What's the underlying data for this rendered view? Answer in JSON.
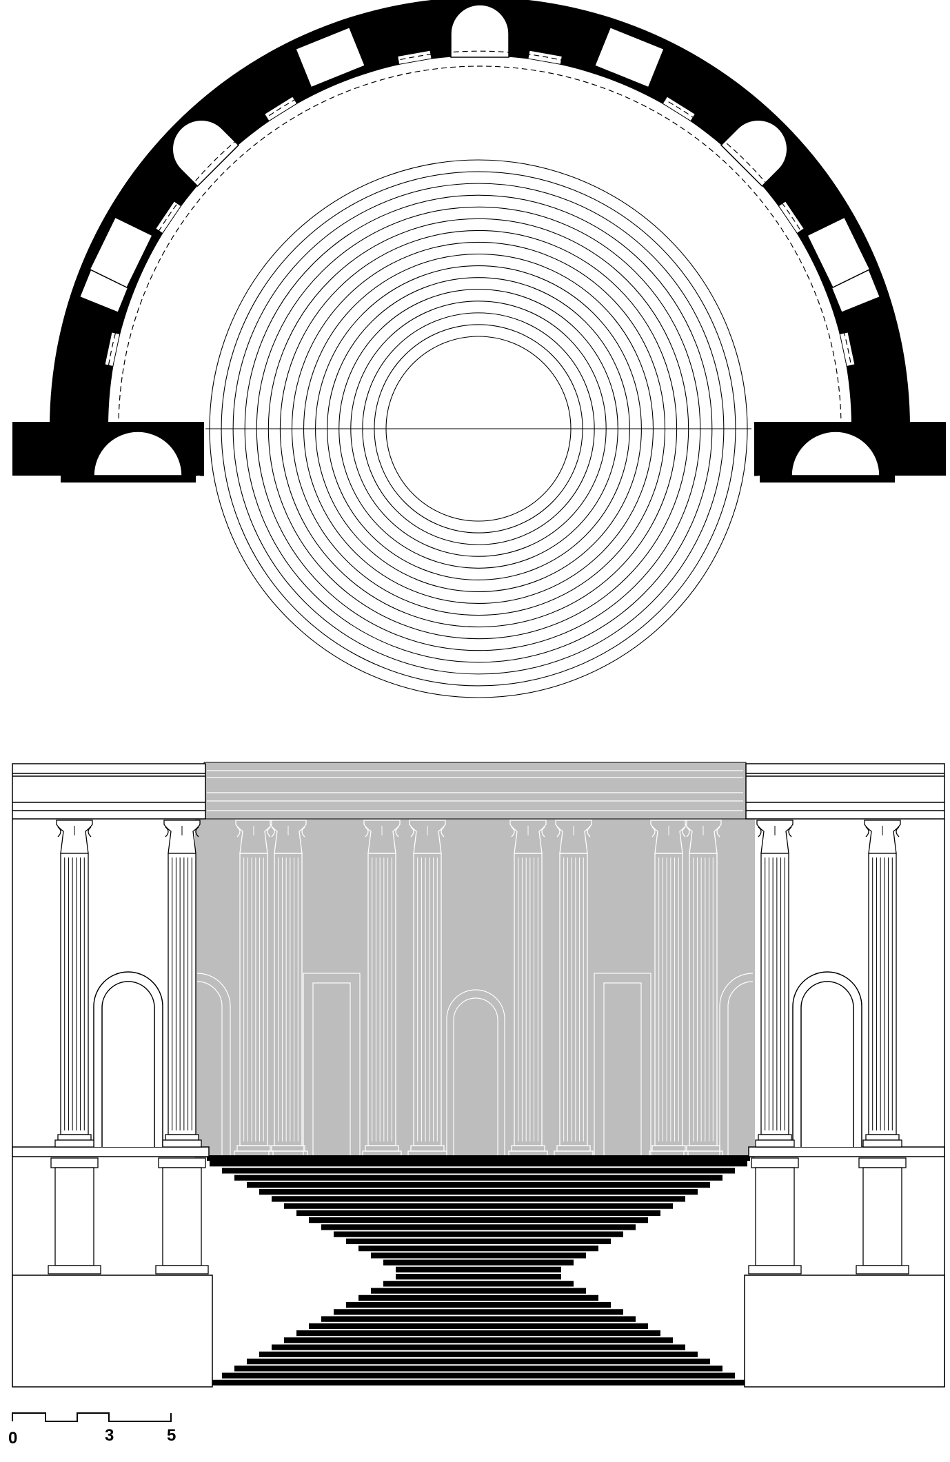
{
  "scale_bar": {
    "labels": [
      "0",
      "3",
      "5"
    ]
  },
  "colors": {
    "ink": "#000000",
    "paper": "#ffffff",
    "rear_wall_fill": "#bdbdbd",
    "rear_wall_line": "#ffffff"
  },
  "plan": {
    "tier_ring_count": 16,
    "niche_shapes": [
      "semicircular",
      "rectangular"
    ]
  },
  "elevation": {
    "order": "corinthian",
    "front_columns_per_side": 2,
    "rear_column_pairs": 4,
    "stair_steps": 32
  }
}
